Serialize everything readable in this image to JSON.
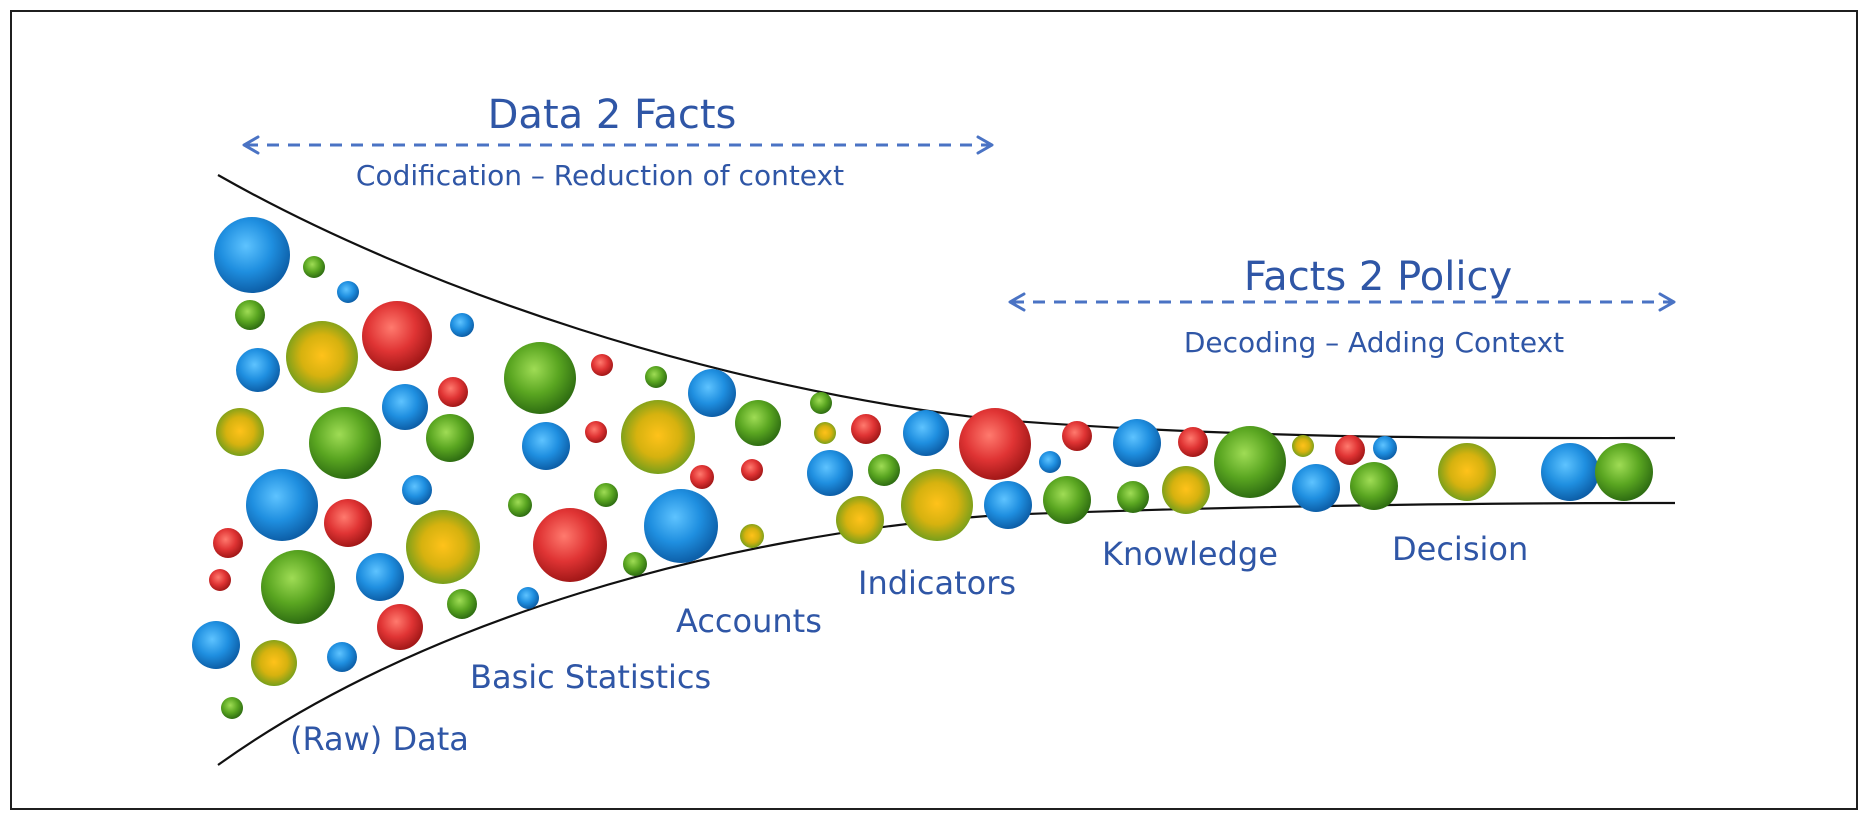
{
  "header_left": {
    "title": "Data 2 Facts",
    "subtitle": "Codification – Reduction of context"
  },
  "header_right": {
    "title": "Facts 2 Policy",
    "subtitle": "Decoding – Adding Context"
  },
  "stages": [
    "(Raw) Data",
    "Basic Statistics",
    "Accounts",
    "Indicators",
    "Knowledge",
    "Decision"
  ],
  "colors": {
    "text": "#2f56a6",
    "arrow": "#4a73c4",
    "blue": "#1f8fe0",
    "green": "#5aa621",
    "red": "#e03434",
    "yellow_green": "#d6b20f",
    "border": "#1f1f1f"
  }
}
